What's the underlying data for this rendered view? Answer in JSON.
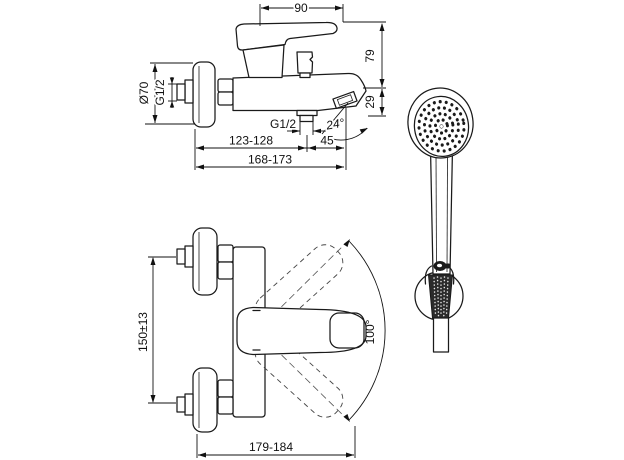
{
  "drawing": {
    "side_view": {
      "dim_handle_width": "90",
      "dim_height_body_to_top": "79",
      "dim_height_body_to_spout": "29",
      "dim_escutcheon_diameter": "Ø70",
      "dim_inlet_thread": "G1/2",
      "dim_outlet_thread": "G1/2",
      "dim_wall_to_outlet": "123-128",
      "dim_outlet_to_spout_tip": "45",
      "dim_wall_to_spout_tip": "168-173",
      "dim_spout_angle": "24°"
    },
    "front_view": {
      "dim_inlet_centers": "150±13",
      "dim_total_projection": "179-184",
      "dim_handle_swing": "100°"
    },
    "shower": {
      "logo_icon": "brand-oval-logo"
    },
    "colors": {
      "line": "#1a1a1a",
      "background": "#ffffff",
      "knurl_fill": "#2b2b2b"
    }
  }
}
